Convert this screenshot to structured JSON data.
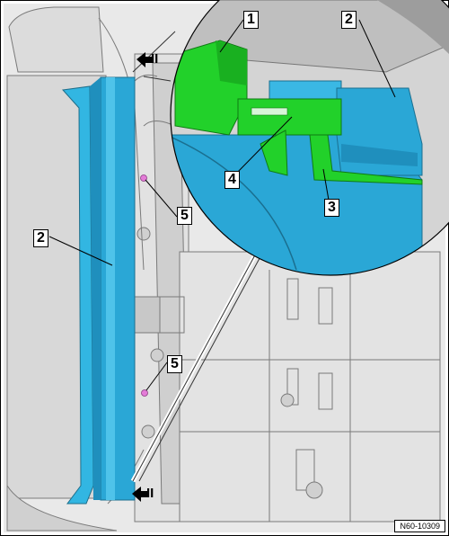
{
  "figure": {
    "callouts": {
      "c1": "1",
      "c2_detail": "2",
      "c2_main": "2",
      "c3": "3",
      "c4": "4",
      "c5_upper": "5",
      "c5_lower": "5"
    },
    "direction_arrows": {
      "top": "II",
      "bottom": "II"
    },
    "reference": "N60-10309",
    "colors": {
      "cyan_part": "#2aa7d6",
      "green_part": "#22d12a",
      "clip_pink": "#e37bd7",
      "line_gray": "#6e6e6e"
    },
    "icons": {
      "direction_arrow": "arrow-left-icon",
      "magnifier": "detail-circle"
    }
  }
}
